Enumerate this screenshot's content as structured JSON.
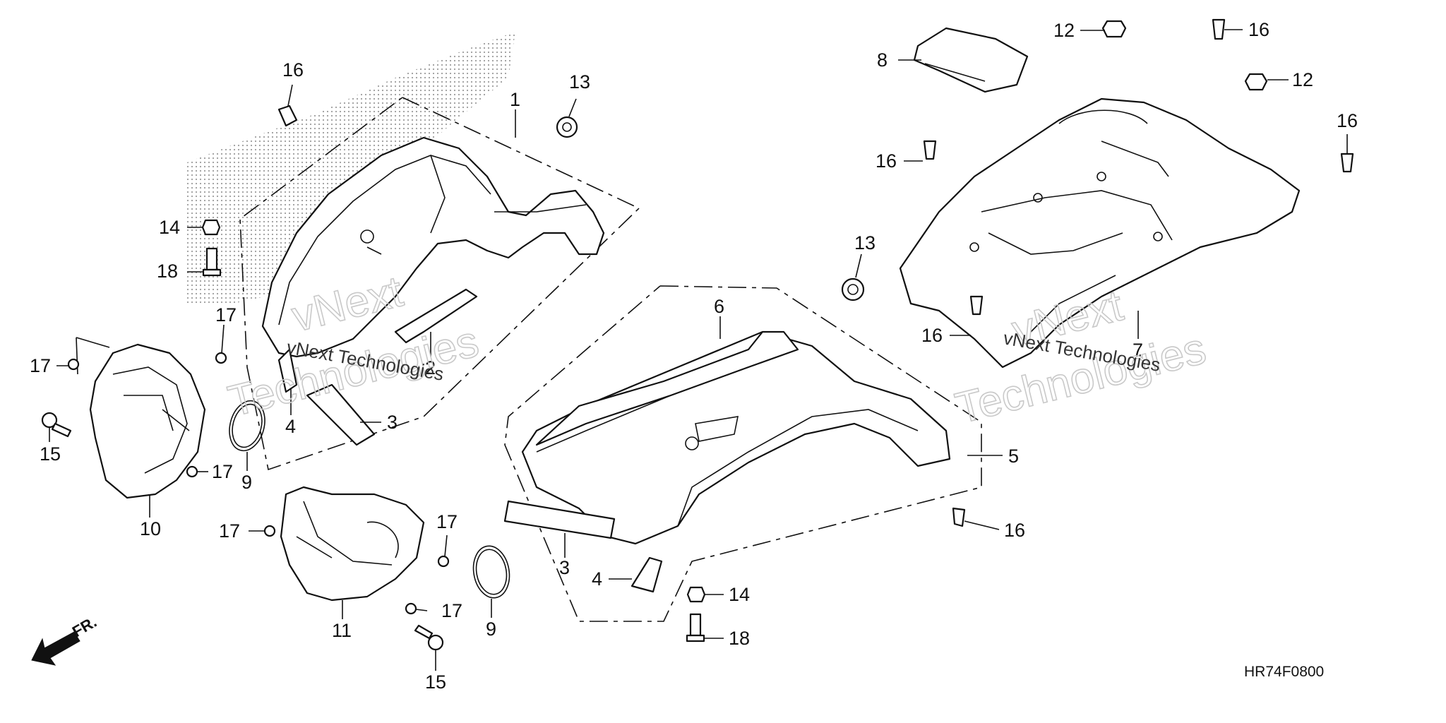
{
  "diagram_code": "HR74F0800",
  "front_indicator": "FR.",
  "watermark": {
    "brand": "vNext",
    "company": "Technologies",
    "full": "vNext Technologies"
  },
  "callouts": [
    {
      "id": "c1",
      "label": "1"
    },
    {
      "id": "c2",
      "label": "2"
    },
    {
      "id": "c3a",
      "label": "3"
    },
    {
      "id": "c3b",
      "label": "3"
    },
    {
      "id": "c4a",
      "label": "4"
    },
    {
      "id": "c4b",
      "label": "4"
    },
    {
      "id": "c5",
      "label": "5"
    },
    {
      "id": "c6",
      "label": "6"
    },
    {
      "id": "c7",
      "label": "7"
    },
    {
      "id": "c8",
      "label": "8"
    },
    {
      "id": "c9a",
      "label": "9"
    },
    {
      "id": "c9b",
      "label": "9"
    },
    {
      "id": "c10",
      "label": "10"
    },
    {
      "id": "c11",
      "label": "11"
    },
    {
      "id": "c12a",
      "label": "12"
    },
    {
      "id": "c12b",
      "label": "12"
    },
    {
      "id": "c13a",
      "label": "13"
    },
    {
      "id": "c13b",
      "label": "13"
    },
    {
      "id": "c14a",
      "label": "14"
    },
    {
      "id": "c14b",
      "label": "14"
    },
    {
      "id": "c15a",
      "label": "15"
    },
    {
      "id": "c15b",
      "label": "15"
    },
    {
      "id": "c16a",
      "label": "16"
    },
    {
      "id": "c16b",
      "label": "16"
    },
    {
      "id": "c16c",
      "label": "16"
    },
    {
      "id": "c16d",
      "label": "16"
    },
    {
      "id": "c16e",
      "label": "16"
    },
    {
      "id": "c16f",
      "label": "16"
    },
    {
      "id": "c17a",
      "label": "17"
    },
    {
      "id": "c17b",
      "label": "17"
    },
    {
      "id": "c17c",
      "label": "17"
    },
    {
      "id": "c17d",
      "label": "17"
    },
    {
      "id": "c17e",
      "label": "17"
    },
    {
      "id": "c17f",
      "label": "17"
    },
    {
      "id": "c18a",
      "label": "18"
    },
    {
      "id": "c18b",
      "label": "18"
    }
  ]
}
